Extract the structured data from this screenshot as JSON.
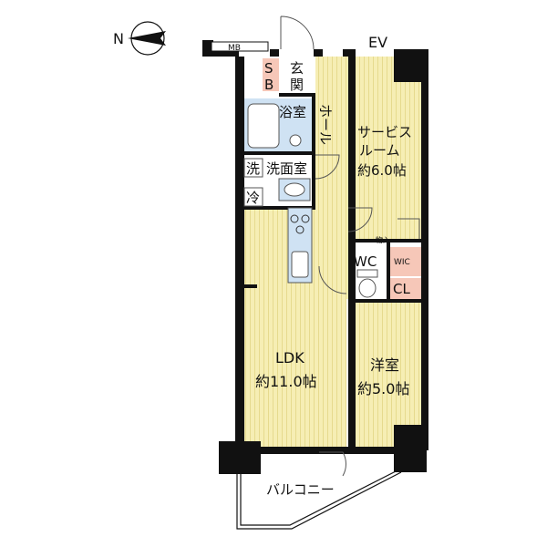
{
  "north": {
    "letter": "N"
  },
  "labels": {
    "mb": "MB",
    "ev": "EV",
    "sb_s": "S",
    "sb_b": "B",
    "genkan_1": "玄",
    "genkan_2": "関",
    "bath": "浴室",
    "hall": "ホール",
    "service_1": "サービス",
    "service_2": "ルーム",
    "service_3": "約6.0帖",
    "wash_mark": "洗",
    "washroom": "洗面室",
    "fridge_mark": "冷",
    "wc": "WC",
    "wic": "WIC",
    "cl": "CL",
    "ldk_1": "LDK",
    "ldk_2": "約11.0帖",
    "western_1": "洋室",
    "western_2": "約5.0帖",
    "balcony": "バルコニー",
    "shelf": "物入"
  },
  "colors": {
    "floor": "#f6eeb4",
    "floor_line": "#e0d27a",
    "wet": "#cfe2f3",
    "sb": "#f6c7b8",
    "wic": "#f6c7b8",
    "cl": "#f6c7b8",
    "wall": "#111111"
  }
}
